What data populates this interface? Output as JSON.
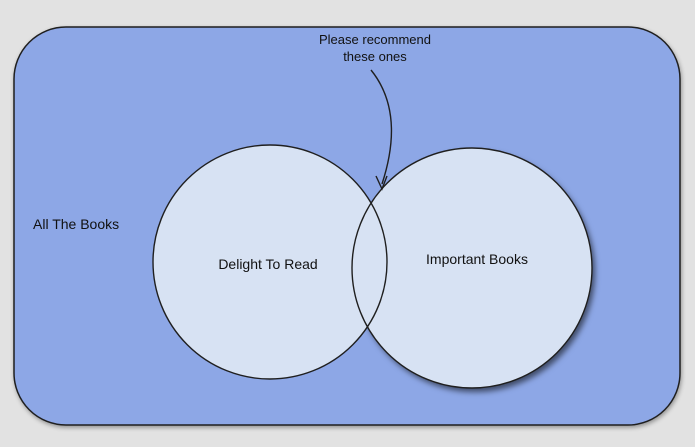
{
  "canvas": {
    "bg": "#e2e2e2"
  },
  "container": {
    "label": "All The Books",
    "fill": "#8da7e6",
    "stroke": "#1f1f1f"
  },
  "circles": {
    "fill": "#d7e2f3",
    "stroke": "#1f1f1f",
    "left_label": "Delight To Read",
    "right_label": "Important Books"
  },
  "annotation": {
    "line1": "Please recommend",
    "line2": "these ones",
    "arrow_color": "#1f1f1f"
  }
}
